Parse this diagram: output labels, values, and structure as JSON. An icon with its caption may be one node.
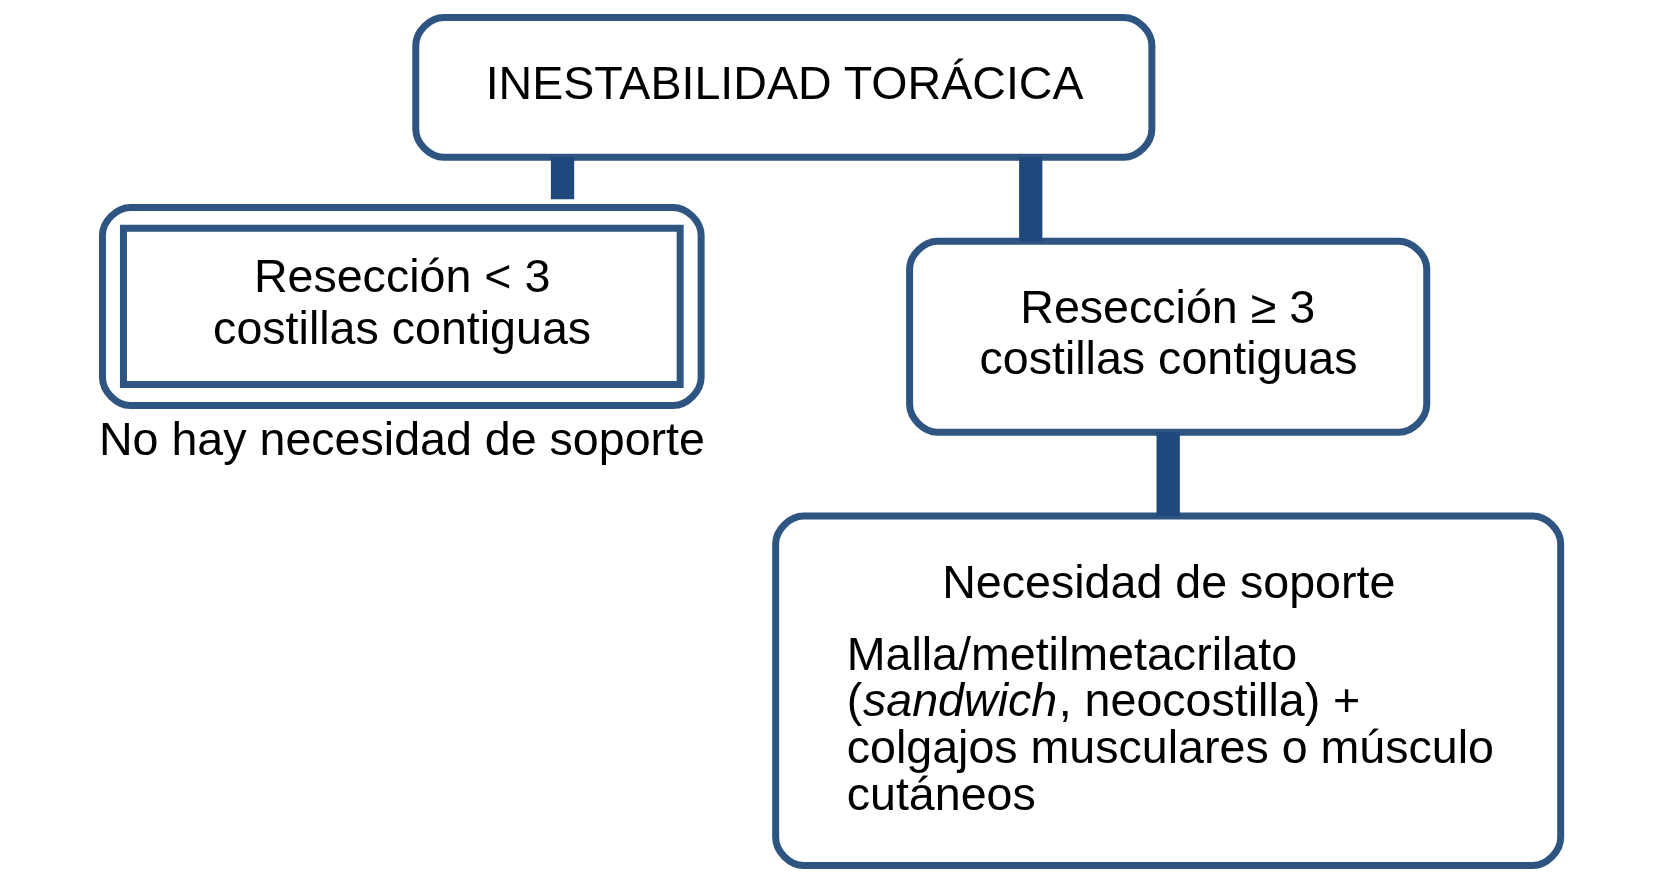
{
  "diagram": {
    "nodes": [
      {
        "text": [
          "INESTABILIDAD TORÁCICA"
        ]
      },
      {
        "text": [
          "Resección < 3 costillas contiguas"
        ],
        "beside": [
          "No hay necesidad de soporte"
        ]
      },
      {
        "text": [
          "Resección ≥ 3 costillas contiguas"
        ]
      },
      {
        "text": [
          "Necesidad de soporte",
          "Malla/metilmetacrilato (*sandwich*, neocostilla) + colgajos musculares o músculo cutáneos"
        ]
      }
    ],
    "edges": [
      {
        "from": 0,
        "to": 1,
        "arrow": "none"
      },
      {
        "from": 0,
        "to": 2,
        "arrow": "none"
      },
      {
        "from": 2,
        "to": 3,
        "arrow": "none"
      }
    ]
  }
}
